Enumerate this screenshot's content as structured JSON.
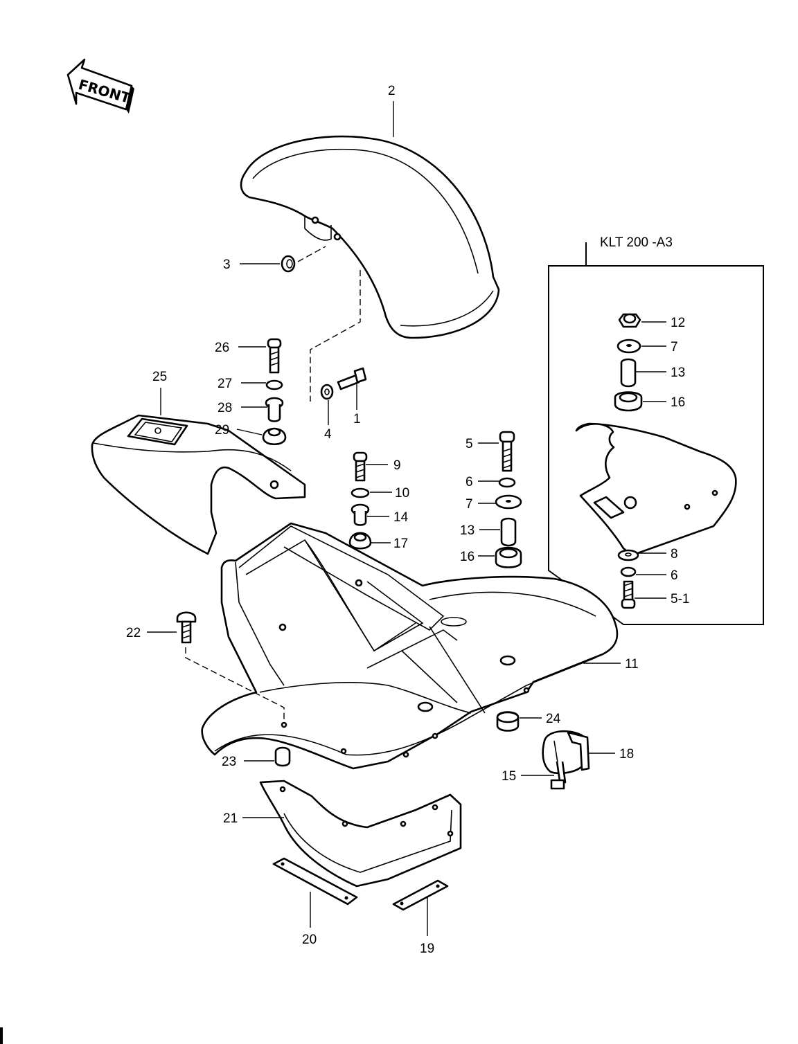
{
  "front_label": "FRONT",
  "variant_label": "KLT 200 -A3",
  "callouts": [
    {
      "id": "c2",
      "text": "2"
    },
    {
      "id": "c3",
      "text": "3"
    },
    {
      "id": "c26",
      "text": "26"
    },
    {
      "id": "c25",
      "text": "25"
    },
    {
      "id": "c27",
      "text": "27"
    },
    {
      "id": "c28",
      "text": "28"
    },
    {
      "id": "c29",
      "text": "29"
    },
    {
      "id": "c4",
      "text": "4"
    },
    {
      "id": "c1",
      "text": "1"
    },
    {
      "id": "c9",
      "text": "9"
    },
    {
      "id": "c10",
      "text": "10"
    },
    {
      "id": "c14",
      "text": "14"
    },
    {
      "id": "c17",
      "text": "17"
    },
    {
      "id": "c5",
      "text": "5"
    },
    {
      "id": "c6",
      "text": "6"
    },
    {
      "id": "c7",
      "text": "7"
    },
    {
      "id": "c13",
      "text": "13"
    },
    {
      "id": "c16",
      "text": "16"
    },
    {
      "id": "c12r",
      "text": "12"
    },
    {
      "id": "c7r",
      "text": "7"
    },
    {
      "id": "c13r",
      "text": "13"
    },
    {
      "id": "c16r",
      "text": "16"
    },
    {
      "id": "c8r",
      "text": "8"
    },
    {
      "id": "c6r",
      "text": "6"
    },
    {
      "id": "c51r",
      "text": "5-1"
    },
    {
      "id": "c22",
      "text": "22"
    },
    {
      "id": "c11",
      "text": "11"
    },
    {
      "id": "c24",
      "text": "24"
    },
    {
      "id": "c23",
      "text": "23"
    },
    {
      "id": "c18",
      "text": "18"
    },
    {
      "id": "c15",
      "text": "15"
    },
    {
      "id": "c21",
      "text": "21"
    },
    {
      "id": "c20",
      "text": "20"
    },
    {
      "id": "c19",
      "text": "19"
    }
  ]
}
